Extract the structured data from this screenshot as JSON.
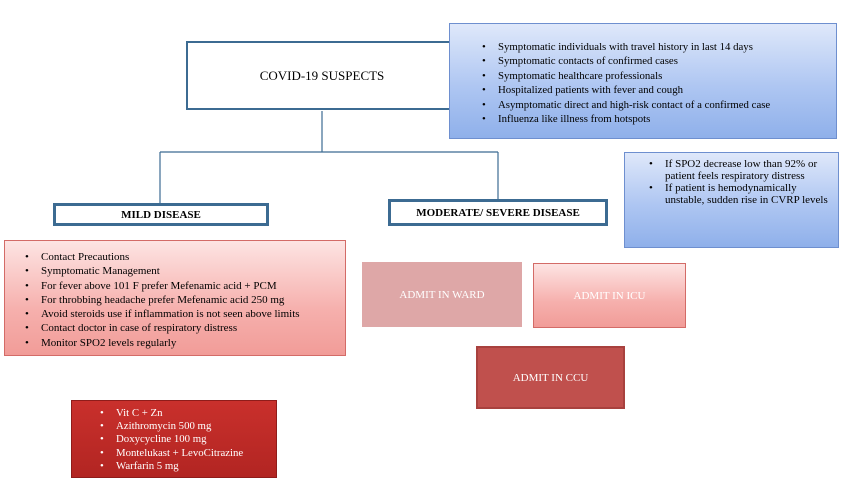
{
  "root": {
    "label": "COVID-19 SUSPECTS"
  },
  "criteria": [
    "Symptomatic individuals with travel history in last 14 days",
    "Symptomatic contacts of confirmed cases",
    "Symptomatic healthcare professionals",
    "Hospitalized patients with fever and cough",
    "Asymptomatic direct and high-risk contact of a confirmed case",
    "Influenza like illness from hotspots"
  ],
  "mild": {
    "label": "MILD DISEASE",
    "items": [
      "Contact Precautions",
      "Symptomatic Management",
      "For fever above 101 F prefer Mefenamic acid + PCM",
      "For throbbing headache prefer Mefenamic acid 250 mg",
      "Avoid steroids use if inflammation is not seen above limits",
      "Contact doctor in case of respiratory distress",
      "Monitor SPO2 levels regularly"
    ]
  },
  "moderate": {
    "label": "MODERATE/ SEVERE DISEASE",
    "conditions": [
      "If SPO2 decrease low than 92% or patient feels respiratory distress",
      "If patient is hemodynamically unstable, sudden rise in CVRP levels"
    ]
  },
  "admit": {
    "ward": "ADMIT IN WARD",
    "icu": "ADMIT IN ICU",
    "ccu": "ADMIT IN CCU"
  },
  "medications": [
    "Vit C + Zn",
    "Azithromycin 500 mg",
    "Doxycycline 100 mg",
    "Montelukast + LevoCitrazine",
    "Warfarin 5 mg"
  ],
  "colors": {
    "connector": "#3c6b92",
    "blue_box": "#aec6f2",
    "pink_box": "#f6b0ad",
    "ward": "#dea7a7",
    "ccu": "#c0504d",
    "medications": "#c9302c"
  }
}
